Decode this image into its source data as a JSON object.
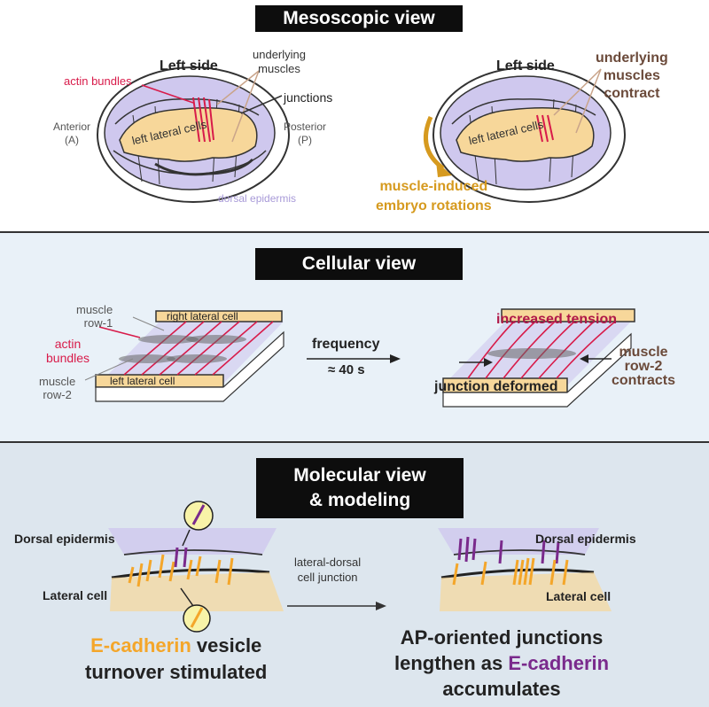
{
  "mesoscopic": {
    "title": "Mesoscopic view",
    "left_side_1": "Left side",
    "left_side_2": "Left side",
    "actin_bundles": "actin bundles",
    "underlying_muscles": [
      "underlying",
      "muscles"
    ],
    "junctions": "junctions",
    "anterior": [
      "Anterior",
      "(A)"
    ],
    "posterior": [
      "Posterior",
      "(P)"
    ],
    "left_lateral_cells_1": "left lateral cells",
    "left_lateral_cells_2": "left lateral cells",
    "dorsal_epidermis": "dorsal epidermis",
    "muscles_contract": [
      "underlying",
      "muscles",
      "contract"
    ],
    "rotation": [
      "muscle-induced",
      "embryo rotations"
    ]
  },
  "cellular": {
    "title": "Cellular view",
    "muscle_row_1": [
      "muscle",
      "row-1"
    ],
    "actin_bundles": [
      "actin",
      "bundles"
    ],
    "muscle_row_2": [
      "muscle",
      "row-2"
    ],
    "right_lateral_cell": "right lateral cell",
    "left_lateral_cell": "left lateral cell",
    "frequency": "frequency",
    "period": "≈ 40 s",
    "increased_tension": "increased tension",
    "junction_deformed": "junction deformed",
    "row2_contracts": [
      "muscle",
      "row-2",
      "contracts"
    ]
  },
  "molecular": {
    "title": [
      "Molecular view",
      "& modeling"
    ],
    "dorsal_epidermis_1": "Dorsal epidermis",
    "lateral_cell_1": "Lateral cell",
    "junction_label": [
      "lateral-dorsal",
      "cell junction"
    ],
    "dorsal_epidermis_2": "Dorsal epidermis",
    "lateral_cell_2": "Lateral cell",
    "ecad_word": "E-cadherin",
    "vesicle_word": " vesicle",
    "turnover": "turnover stimulated",
    "ap_line1": "AP-oriented junctions",
    "ap_line2_pre": "lengthen as ",
    "ap_line2_ecad": "E-cadherin",
    "accumulates": "accumulates"
  },
  "colors": {
    "actin": "#d81b4a",
    "orange": "#f4a62a",
    "purple": "#7a2a8c",
    "embryo_fill": "#cfc8ee",
    "cell_fill": "#f7d79a",
    "brown_text": "#6b4a3a",
    "gold": "#d69a1f"
  }
}
